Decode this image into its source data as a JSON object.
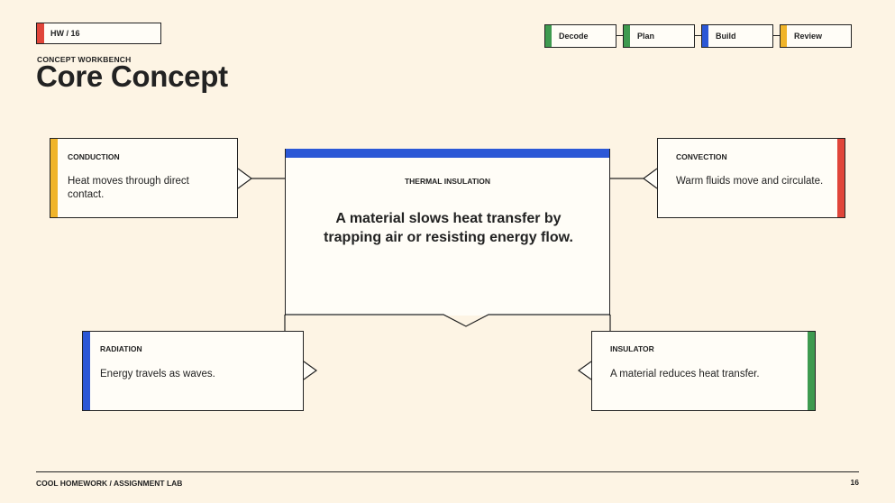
{
  "header": {
    "tag": "HW / 16",
    "kicker": "CONCEPT WORKBENCH",
    "title": "Core Concept"
  },
  "stepper": [
    {
      "label": "Decode",
      "color": "#3e9a4f"
    },
    {
      "label": "Plan",
      "color": "#3e9a4f"
    },
    {
      "label": "Build",
      "color": "#2b57d6"
    },
    {
      "label": "Review",
      "color": "#f0b429"
    }
  ],
  "center": {
    "label": "THERMAL INSULATION",
    "body": "A material slows heat transfer by trapping air or resisting energy flow.",
    "color": "#2b57d6"
  },
  "cards": {
    "conduction": {
      "label": "CONDUCTION",
      "body": "Heat moves through direct contact.",
      "color": "#f0b429"
    },
    "convection": {
      "label": "CONVECTION",
      "body": "Warm fluids move and circulate.",
      "color": "#e0453a"
    },
    "radiation": {
      "label": "RADIATION",
      "body": "Energy travels as waves.",
      "color": "#2b57d6"
    },
    "insulator": {
      "label": "INSULATOR",
      "body": "A material reduces heat transfer.",
      "color": "#3e9a4f"
    }
  },
  "footer": {
    "left": "COOL HOMEWORK / ASSIGNMENT LAB",
    "page": "16"
  }
}
